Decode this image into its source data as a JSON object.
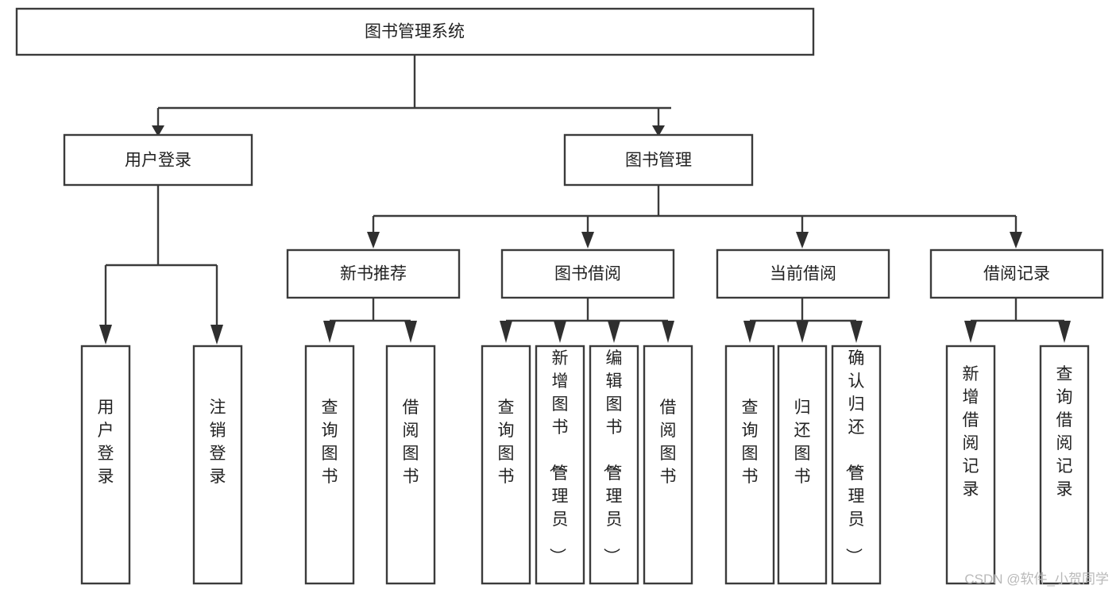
{
  "diagram": {
    "title": "图书管理系统",
    "type": "hierarchy-tree",
    "orientation": "top-down",
    "colors": {
      "box_stroke": "#3b3b3b",
      "box_fill": "#ffffff",
      "connector": "#3b3b3b",
      "arrow": "#2f2f2f",
      "text": "#222222",
      "watermark": "#b9b9b9",
      "background": "#ffffff"
    },
    "root": {
      "id": "root",
      "label": "图书管理系统"
    },
    "level2": [
      {
        "id": "user-login",
        "label": "用户登录"
      },
      {
        "id": "book-management",
        "label": "图书管理"
      }
    ],
    "level3": [
      {
        "id": "new-book-recommend",
        "label": "新书推荐",
        "parent": "book-management"
      },
      {
        "id": "book-borrow",
        "label": "图书借阅",
        "parent": "book-management"
      },
      {
        "id": "current-borrow",
        "label": "当前借阅",
        "parent": "book-management"
      },
      {
        "id": "borrow-record",
        "label": "借阅记录",
        "parent": "book-management"
      }
    ],
    "leaves": [
      {
        "id": "leaf-user-login",
        "label": "用户登录",
        "parent": "user-login"
      },
      {
        "id": "leaf-user-logout",
        "label": "注销登录",
        "parent": "user-login"
      },
      {
        "id": "leaf-query-book-1",
        "label": "查询图书",
        "parent": "new-book-recommend"
      },
      {
        "id": "leaf-borrow-book-1",
        "label": "借阅图书",
        "parent": "new-book-recommend"
      },
      {
        "id": "leaf-query-book-2",
        "label": "查询图书",
        "parent": "book-borrow"
      },
      {
        "id": "leaf-add-book",
        "label": "新增图书（管理员）",
        "parent": "book-borrow"
      },
      {
        "id": "leaf-edit-book",
        "label": "编辑图书（管理员）",
        "parent": "book-borrow"
      },
      {
        "id": "leaf-borrow-book-2",
        "label": "借阅图书",
        "parent": "book-borrow"
      },
      {
        "id": "leaf-query-book-3",
        "label": "查询图书",
        "parent": "current-borrow"
      },
      {
        "id": "leaf-return-book",
        "label": "归还图书",
        "parent": "current-borrow"
      },
      {
        "id": "leaf-confirm-return",
        "label": "确认归还（管理员）",
        "parent": "current-borrow"
      },
      {
        "id": "leaf-add-borrow-record",
        "label": "新增借阅记录",
        "parent": "borrow-record"
      },
      {
        "id": "leaf-query-borrow-record",
        "label": "查询借阅记录",
        "parent": "borrow-record"
      }
    ],
    "watermark": "CSDN @软件_小贺同学"
  }
}
